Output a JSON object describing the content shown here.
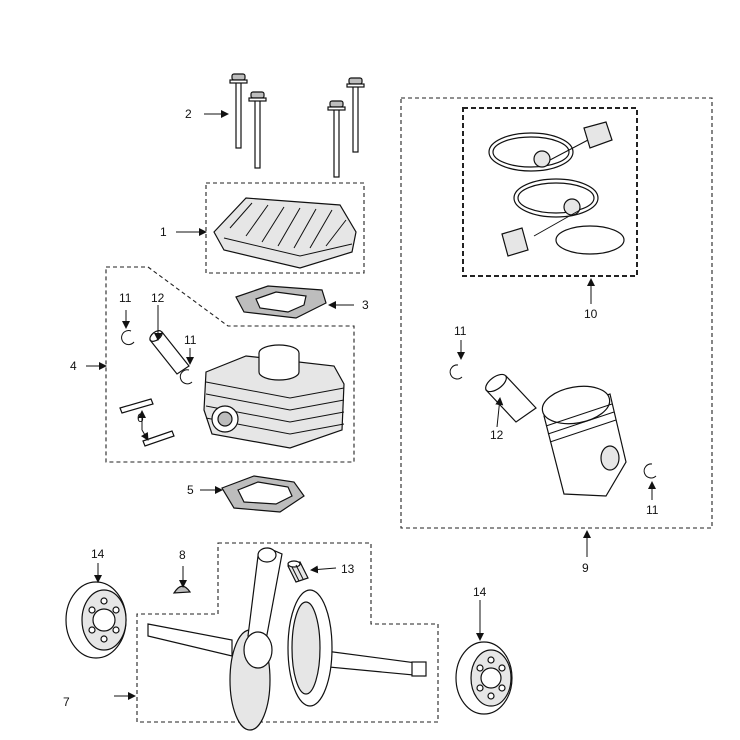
{
  "diagram": {
    "callouts": {
      "c1": "1",
      "c2": "2",
      "c3": "3",
      "c4": "4",
      "c5": "5",
      "c6": "6",
      "c7": "7",
      "c8": "8",
      "c9": "9",
      "c10": "10",
      "c11a": "11",
      "c11b": "11",
      "c11c": "11",
      "c11d": "11",
      "c12a": "12",
      "c12b": "12",
      "c13": "13",
      "c14a": "14",
      "c14b": "14"
    }
  }
}
